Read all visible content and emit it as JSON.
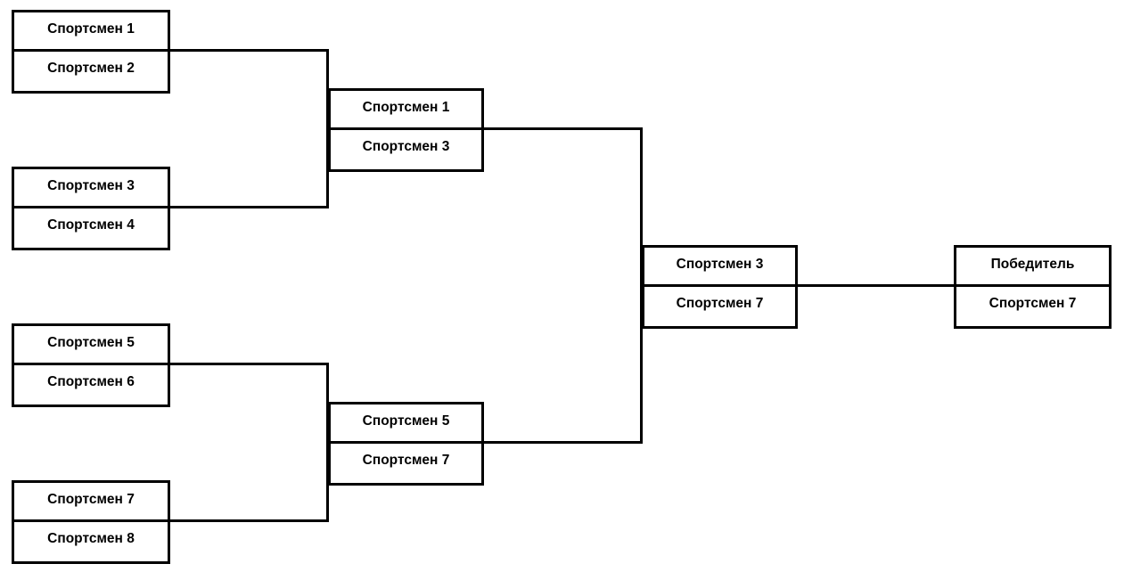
{
  "diagram": {
    "title": "Tournament bracket",
    "line_color": "#000000",
    "background_color": "#ffffff",
    "text_color": "#000000"
  },
  "rounds": [
    {
      "name": "round-1",
      "matches": [
        {
          "id": "r1m1",
          "top": "Спортсмен 1",
          "bottom": "Спортсмен 2"
        },
        {
          "id": "r1m2",
          "top": "Спортсмен 3",
          "bottom": "Спортсмен 4"
        },
        {
          "id": "r1m3",
          "top": "Спортсмен 5",
          "bottom": "Спортсмен 6"
        },
        {
          "id": "r1m4",
          "top": "Спортсмен 7",
          "bottom": "Спортсмен 8"
        }
      ]
    },
    {
      "name": "round-2",
      "matches": [
        {
          "id": "r2m1",
          "top": "Спортсмен 1",
          "bottom": "Спортсмен 3"
        },
        {
          "id": "r2m2",
          "top": "Спортсмен 5",
          "bottom": "Спортсмен 7"
        }
      ]
    },
    {
      "name": "round-3",
      "matches": [
        {
          "id": "r3m1",
          "top": "Спортсмен 3",
          "bottom": "Спортсмен 7"
        }
      ]
    },
    {
      "name": "final-result",
      "matches": [
        {
          "id": "winner",
          "top": "Победитель",
          "bottom": "Спортсмен 7"
        }
      ]
    }
  ]
}
